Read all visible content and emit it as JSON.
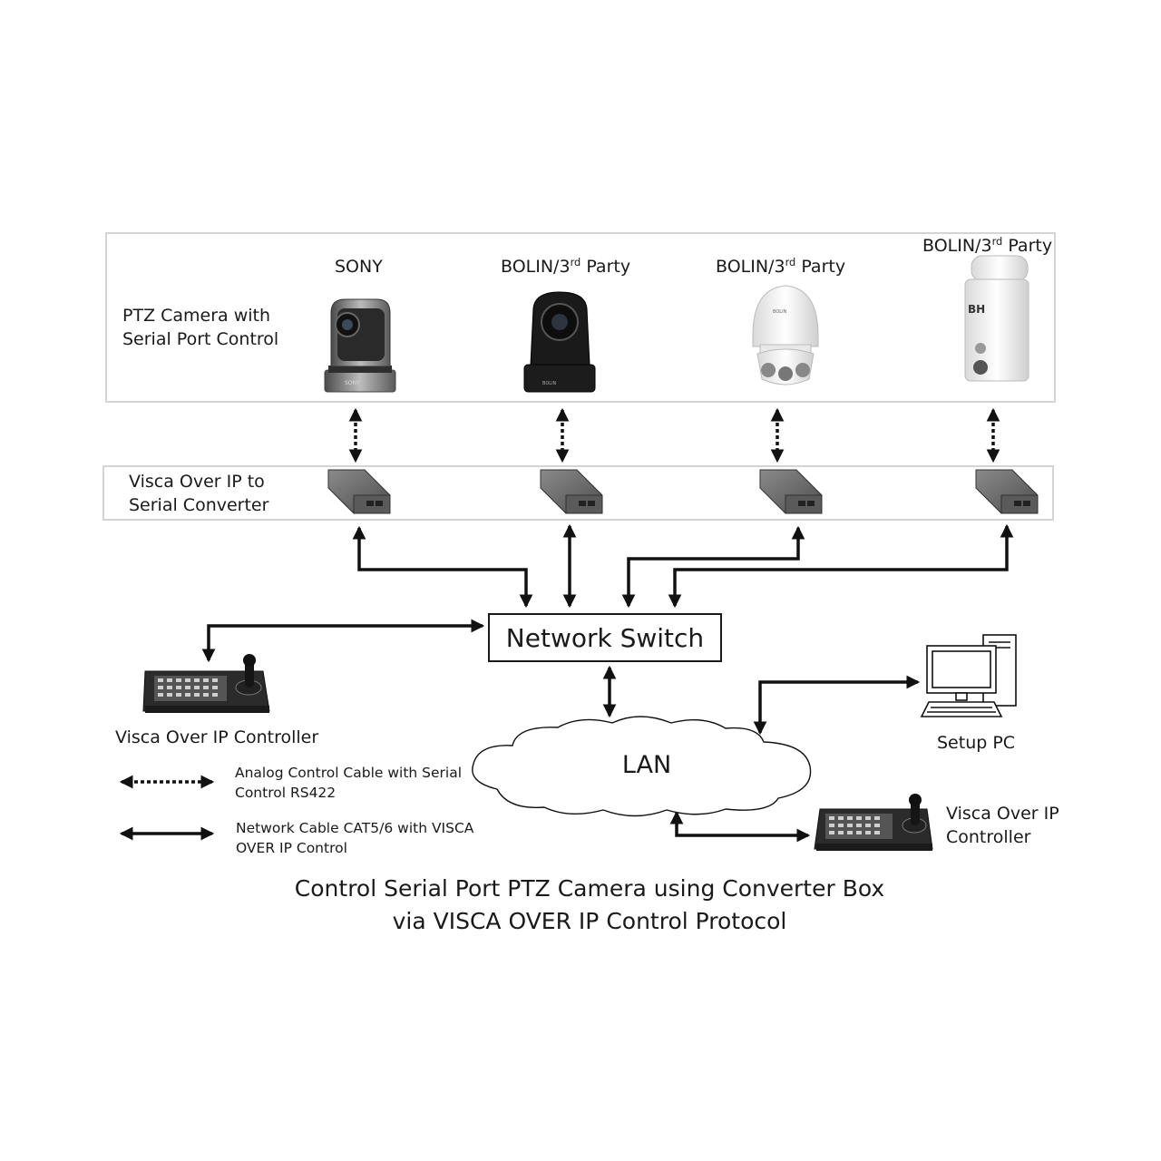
{
  "camera_row": {
    "label_line1": "PTZ Camera with",
    "label_line2": "Serial Port Control",
    "cameras": [
      {
        "brand": "SONY",
        "sup": "",
        "suffix": "",
        "icon": "sony-ptz-camera-icon",
        "body_text": "SONY"
      },
      {
        "brand": "BOLIN/3",
        "sup": "rd",
        "suffix": " Party",
        "icon": "bolin-ptz-camera-icon",
        "body_text": "BOLIN"
      },
      {
        "brand": "BOLIN/3",
        "sup": "rd",
        "suffix": " Party",
        "icon": "bolin-dome-camera-icon",
        "body_text": "BOLIN"
      },
      {
        "brand": "BOLIN/3",
        "sup": "rd",
        "suffix": " Party",
        "icon": "bolin-box-camera-icon",
        "body_text": "BH"
      }
    ]
  },
  "converter_row": {
    "label_line1": "Visca Over IP to",
    "label_line2": "Serial Converter"
  },
  "network_switch": {
    "label": "Network Switch"
  },
  "lan": {
    "label": "LAN"
  },
  "controller_left": {
    "label": "Visca Over IP Controller"
  },
  "controller_right": {
    "label_line1": "Visca Over IP",
    "label_line2": "Controller"
  },
  "setup_pc": {
    "label": "Setup PC"
  },
  "legend": {
    "dotted": {
      "line1": "Analog Control Cable with Serial",
      "line2": "Control RS422"
    },
    "solid": {
      "line1": "Network Cable CAT5/6 with VISCA",
      "line2": "OVER IP Control"
    }
  },
  "caption": {
    "line1": "Control Serial Port PTZ Camera using Converter Box",
    "line2": "via VISCA OVER IP Control Protocol"
  },
  "colors": {
    "line": "#111111",
    "box_border": "#d4d4d4",
    "converter": "#6e6e6e"
  }
}
